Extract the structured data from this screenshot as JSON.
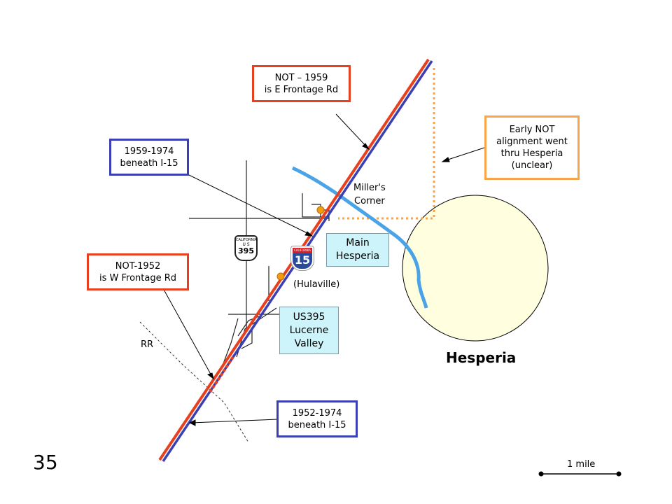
{
  "slide_number": "35",
  "labels": {
    "millers_corner": [
      "Miller's",
      "Corner"
    ],
    "hulaville": "(Hulaville)",
    "rr": "RR",
    "hesperia": "Hesperia",
    "scale": "1 mile"
  },
  "callouts": {
    "not_1959": [
      "NOT – 1959",
      "is E Frontage Rd"
    ],
    "beneath_1959_1974": [
      "1959-1974",
      "beneath I-15"
    ],
    "early_not": [
      "Early NOT",
      "alignment went",
      "thru Hesperia",
      "(unclear)"
    ],
    "not_1952": [
      "NOT-1952",
      "is W Frontage Rd"
    ],
    "beneath_1952_1974": [
      "1952-1974",
      "beneath I-15"
    ],
    "main_hesperia": [
      "Main",
      "Hesperia"
    ],
    "us395_lucerne": [
      "US395",
      "Lucerne",
      "Valley"
    ]
  },
  "shields": {
    "us395": {
      "state": "CALIFORNIA",
      "us": "U S",
      "number": "395"
    },
    "i15": {
      "state": "CALIFORNIA",
      "number": "15"
    }
  },
  "colors": {
    "red": "#e8401e",
    "blue": "#3b3fb4",
    "orange": "#f7a44a",
    "water": "#4aa3e6",
    "town": "#ffffe0",
    "callout_fill": "#ccf4fa"
  }
}
